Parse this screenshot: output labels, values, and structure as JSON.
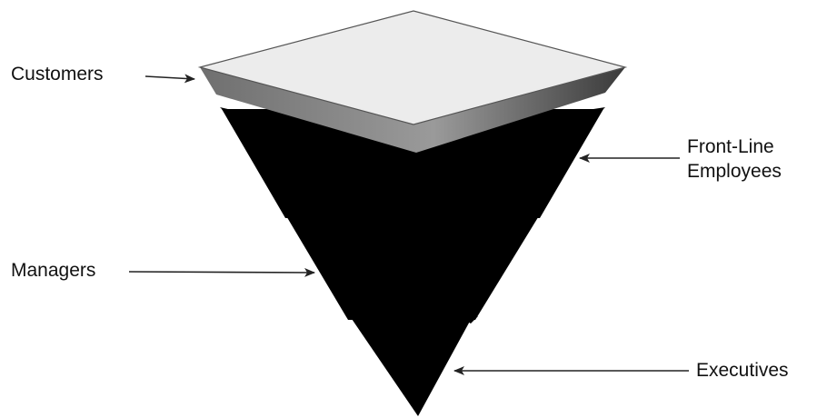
{
  "labels": {
    "customers": "Customers",
    "front_line_line1": "Front-Line",
    "front_line_line2": "Employees",
    "managers": "Managers",
    "executives": "Executives"
  },
  "tiers": [
    "Customers",
    "Front-Line Employees",
    "Managers",
    "Executives"
  ],
  "colors": {
    "top_face": "#ececec",
    "top_edge": "#555555",
    "bevel": "#777777",
    "pyramid": "#000000",
    "arrow": "#222222"
  }
}
